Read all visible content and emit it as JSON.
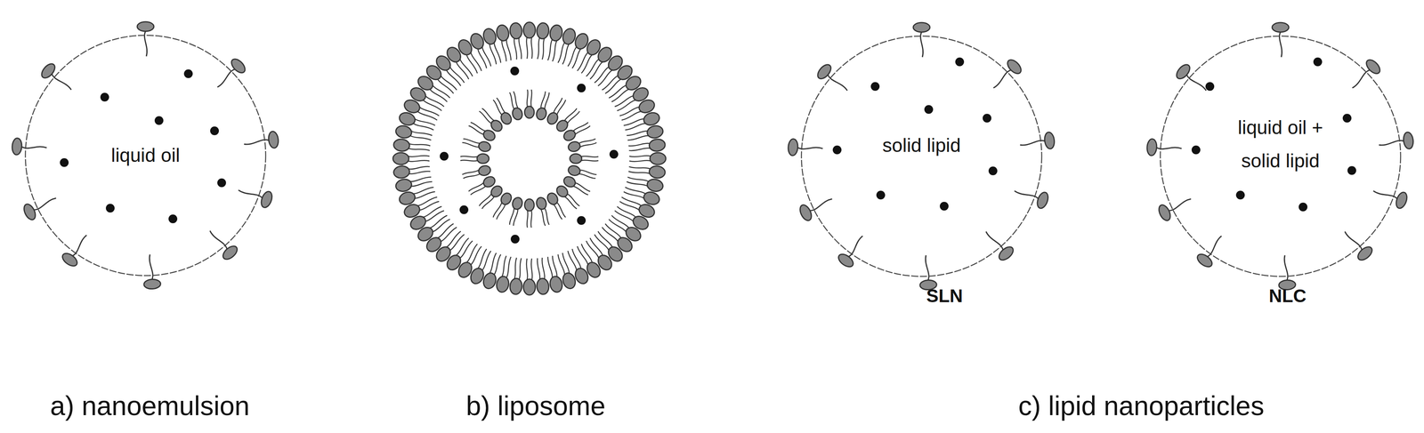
{
  "diagram": {
    "nodes": [
      {
        "text": [
          "liquid oil"
        ]
      },
      {
        "text": [
          "solid lipid"
        ]
      },
      {
        "text": [
          "liquid oil + solid lipid"
        ]
      }
    ],
    "labels": [
      "a) nanoemulsion",
      "b) liposome",
      "SLN",
      "NLC",
      "c) lipid nanoparticles"
    ]
  }
}
